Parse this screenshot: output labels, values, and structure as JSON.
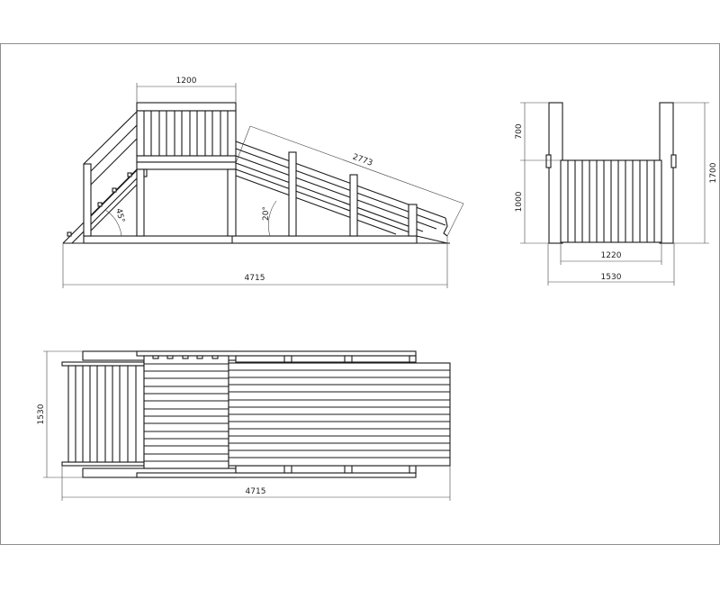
{
  "side_view": {
    "platform_width": "1200",
    "slide_length": "2773",
    "stair_angle": "45°",
    "slide_angle": "20°",
    "total_length": "4715"
  },
  "front_view": {
    "rail_height": "700",
    "platform_height": "1000",
    "total_height": "1700",
    "inner_width": "1220",
    "outer_width": "1530"
  },
  "top_view": {
    "width": "1530",
    "total_length": "4715"
  }
}
